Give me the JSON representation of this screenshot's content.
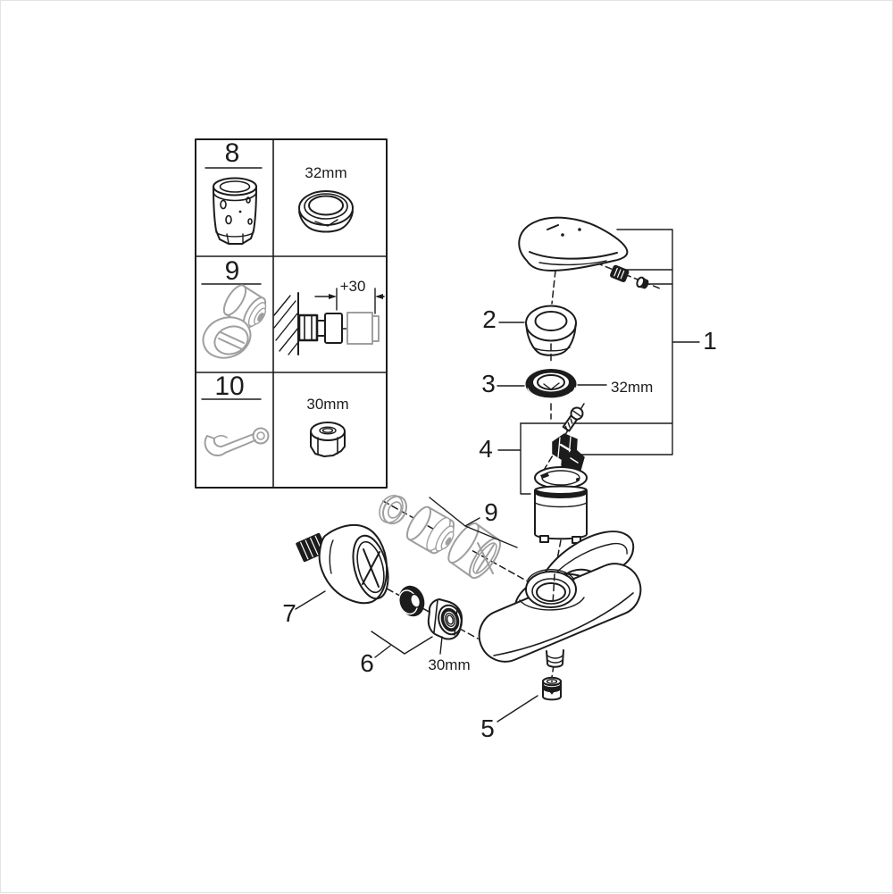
{
  "colors": {
    "line": "#1c1c1c",
    "gray": "#9f9f9f",
    "background": "#ffffff"
  },
  "tools_table": {
    "rows": [
      {
        "num": "8",
        "size": "32mm"
      },
      {
        "num": "9",
        "size": "+30"
      },
      {
        "num": "10",
        "size": "30mm"
      }
    ]
  },
  "callouts": {
    "n1": "1",
    "n2": "2",
    "n3": "3",
    "n4": "4",
    "n5": "5",
    "n6": "6",
    "n7": "7",
    "group9": "9"
  },
  "dims": {
    "ring_nut": "32mm",
    "union_nut": "30mm"
  }
}
